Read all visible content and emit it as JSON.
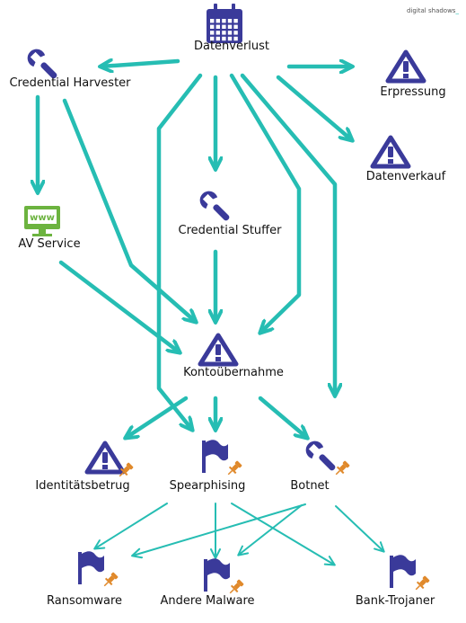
{
  "brand": {
    "text": "digital shadows",
    "cursor": "_"
  },
  "colors": {
    "arrow": "#26bdb3",
    "icon": "#3a3a9a",
    "www": "#6cb33f",
    "pin": "#e0892b"
  },
  "nodes": [
    {
      "id": "datenverlust",
      "label": "Datenverlust",
      "icon": "calendar-icon"
    },
    {
      "id": "credential_harvester",
      "label": "Credential Harvester",
      "icon": "wrench-icon"
    },
    {
      "id": "erpressung",
      "label": "Erpressung",
      "icon": "warning-triangle-icon"
    },
    {
      "id": "datenverkauf",
      "label": "Datenverkauf",
      "icon": "warning-triangle-icon"
    },
    {
      "id": "av_service",
      "label": "AV Service",
      "icon": "www-monitor-icon"
    },
    {
      "id": "credential_stuffer",
      "label": "Credential Stuffer",
      "icon": "wrench-icon"
    },
    {
      "id": "kontouebernahme",
      "label": "Kontoübernahme",
      "icon": "warning-triangle-icon"
    },
    {
      "id": "identitaetsbetrug",
      "label": "Identitätsbetrug",
      "icon": "warning-triangle-icon",
      "pinned": true
    },
    {
      "id": "spearphising",
      "label": "Spearphising",
      "icon": "flag-icon",
      "pinned": true
    },
    {
      "id": "botnet",
      "label": "Botnet",
      "icon": "wrench-icon",
      "pinned": true
    },
    {
      "id": "ransomware",
      "label": "Ransomware",
      "icon": "flag-icon",
      "pinned": true
    },
    {
      "id": "andere_malware",
      "label": "Andere Malware",
      "icon": "flag-icon",
      "pinned": true
    },
    {
      "id": "bank_trojaner",
      "label": "Bank-Trojaner",
      "icon": "flag-icon",
      "pinned": true
    }
  ],
  "edges": [
    {
      "from": "datenverlust",
      "to": "credential_harvester"
    },
    {
      "from": "datenverlust",
      "to": "erpressung"
    },
    {
      "from": "datenverlust",
      "to": "datenverkauf"
    },
    {
      "from": "datenverlust",
      "to": "credential_stuffer"
    },
    {
      "from": "datenverlust",
      "to": "spearphising"
    },
    {
      "from": "datenverlust",
      "to": "kontouebernahme"
    },
    {
      "from": "datenverlust",
      "to": "botnet"
    },
    {
      "from": "credential_harvester",
      "to": "av_service"
    },
    {
      "from": "credential_harvester",
      "to": "kontouebernahme"
    },
    {
      "from": "av_service",
      "to": "kontouebernahme"
    },
    {
      "from": "credential_stuffer",
      "to": "kontouebernahme"
    },
    {
      "from": "kontouebernahme",
      "to": "identitaetsbetrug"
    },
    {
      "from": "kontouebernahme",
      "to": "spearphising"
    },
    {
      "from": "kontouebernahme",
      "to": "botnet"
    },
    {
      "from": "spearphising",
      "to": "ransomware"
    },
    {
      "from": "spearphising",
      "to": "andere_malware"
    },
    {
      "from": "spearphising",
      "to": "bank_trojaner"
    },
    {
      "from": "botnet",
      "to": "ransomware"
    },
    {
      "from": "botnet",
      "to": "andere_malware"
    },
    {
      "from": "botnet",
      "to": "bank_trojaner"
    }
  ]
}
